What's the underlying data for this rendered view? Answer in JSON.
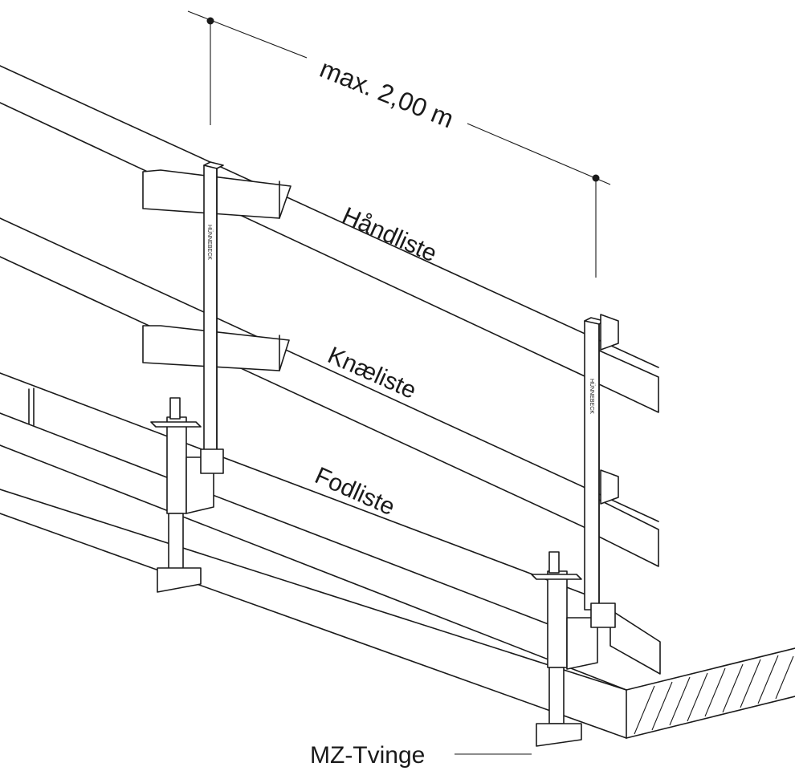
{
  "dimension": {
    "text": "max. 2,00 m"
  },
  "labels": {
    "top_rail": "Håndliste",
    "mid_rail": "Knæliste",
    "toe_board": "Fodliste",
    "clamp": "MZ-Tvinge"
  },
  "post_brand": "HÜNNEBECK",
  "colors": {
    "line": "#1a1a1a",
    "background": "#ffffff"
  }
}
